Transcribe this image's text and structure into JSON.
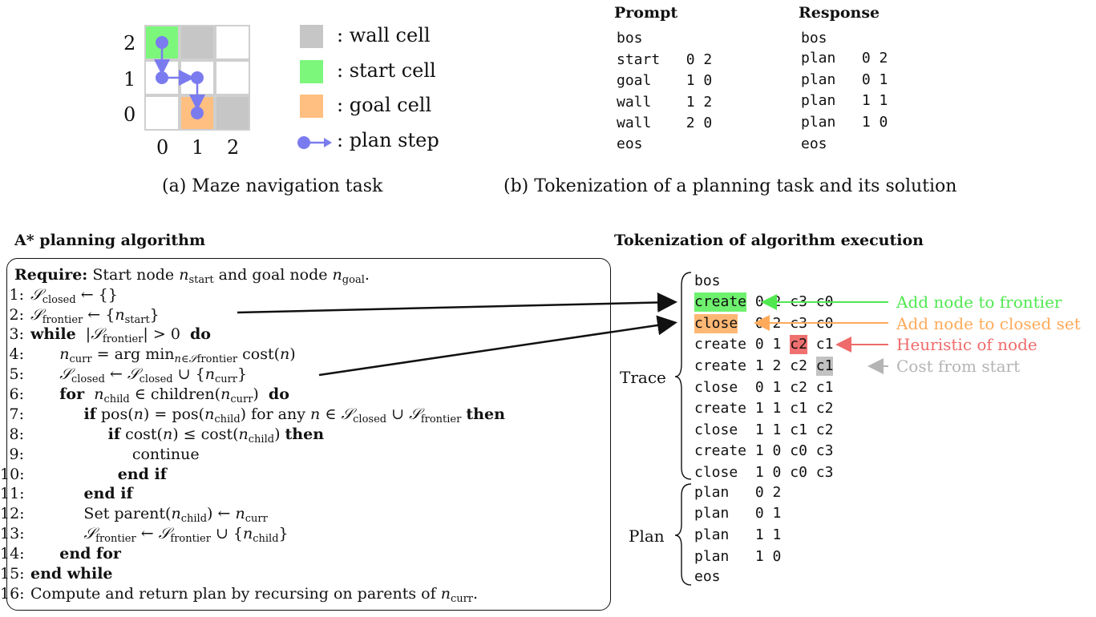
{
  "maze": {
    "y_labels": [
      "2",
      "1",
      "0"
    ],
    "x_labels": [
      "0",
      "1",
      "2"
    ],
    "legend": {
      "wall": ": wall cell",
      "start": ": start cell",
      "goal": ": goal cell",
      "plan": ": plan step"
    },
    "caption": "(a) Maze navigation task"
  },
  "tokenization": {
    "prompt_header": "Prompt",
    "response_header": "Response",
    "prompt_lines": [
      "bos",
      "start   0 2",
      "goal    1 0",
      "wall    1 2",
      "wall    2 0",
      "eos"
    ],
    "response_lines": [
      "bos",
      "plan   0 2",
      "plan   0 1",
      "plan   1 1",
      "plan   1 0",
      "eos"
    ],
    "caption": "(b) Tokenization of a planning task and its solution"
  },
  "algorithm": {
    "title": "A* planning algorithm",
    "require_kw": "Require:",
    "require_text": "Start node n",
    "lines": [
      {
        "num": "1:",
        "text": "𝒮closed ← {}"
      },
      {
        "num": "2:",
        "text": "𝒮frontier ← {nstart}"
      },
      {
        "num": "3:",
        "text": "|𝒮frontier| > 0"
      },
      {
        "num": "4:",
        "text": "ncurr = arg minn∈𝒮frontier cost(n)"
      },
      {
        "num": "5:",
        "text": "𝒮closed ← 𝒮closed ∪ {ncurr}"
      },
      {
        "num": "6:",
        "text": "nchild ∈ children(ncurr)"
      },
      {
        "num": "7:",
        "text": "pos(n) = pos(nchild) for any n ∈ 𝒮closed ∪ 𝒮frontier"
      },
      {
        "num": "8:",
        "text": "cost(n) ≤ cost(nchild)"
      },
      {
        "num": "9:",
        "text": "continue"
      },
      {
        "num": "10:",
        "text": "end if"
      },
      {
        "num": "11:",
        "text": "end if"
      },
      {
        "num": "12:",
        "text": "Set parent(nchild) ← ncurr"
      },
      {
        "num": "13:",
        "text": "𝒮frontier ← 𝒮frontier ∪ {nchild}"
      },
      {
        "num": "14:",
        "text": "end for"
      },
      {
        "num": "15:",
        "text": "end while"
      },
      {
        "num": "16:",
        "text": "Compute and return plan by recursing on parents of ncurr."
      }
    ]
  },
  "execution": {
    "title": "Tokenization of algorithm execution",
    "trace_label": "Trace",
    "plan_label": "Plan",
    "bos": "bos",
    "eos": "eos",
    "trace_rows": [
      [
        "create",
        "0 2",
        "c3",
        "c0"
      ],
      [
        "close",
        "0 2",
        "c3",
        "c0"
      ],
      [
        "create",
        "0 1",
        "c2",
        "c1"
      ],
      [
        "create",
        "1 2",
        "c2",
        "c1"
      ],
      [
        "close",
        "0 1",
        "c2",
        "c1"
      ],
      [
        "create",
        "1 1",
        "c1",
        "c2"
      ],
      [
        "close",
        "1 1",
        "c1",
        "c2"
      ],
      [
        "create",
        "1 0",
        "c0",
        "c3"
      ],
      [
        "close",
        "1 0",
        "c0",
        "c3"
      ]
    ],
    "plan_rows": [
      [
        "plan",
        "0 2"
      ],
      [
        "plan",
        "0 1"
      ],
      [
        "plan",
        "1 1"
      ],
      [
        "plan",
        "1 0"
      ]
    ],
    "annotations": {
      "frontier": "Add node to frontier",
      "closed": "Add node to closed set",
      "heuristic": "Heuristic of node",
      "cost": "Cost from start"
    }
  },
  "colors": {
    "green": "#4fe84f",
    "orange": "#ffaa5a",
    "red": "#ef6b6b",
    "gray": "#b4b4b4",
    "plan_step": "#7b7bf0"
  }
}
